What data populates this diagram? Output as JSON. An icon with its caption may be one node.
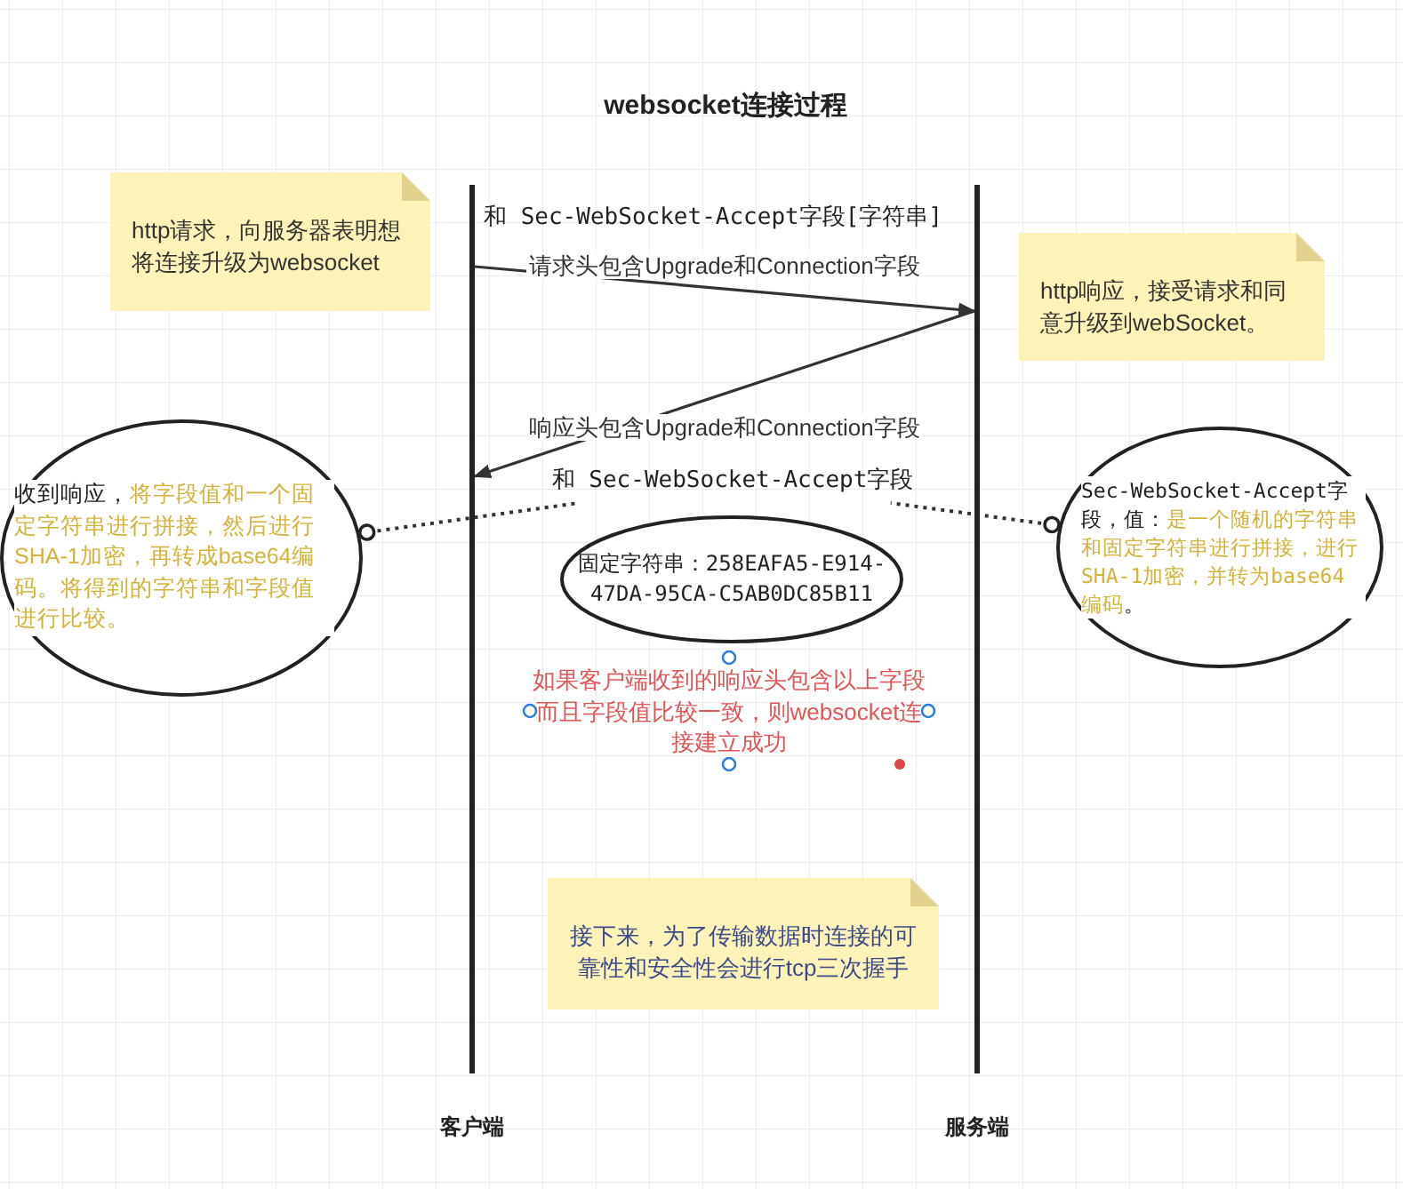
{
  "diagram": {
    "title": "websocket连接过程",
    "nodes": [
      {
        "text": [],
        "shape": "bar",
        "beside": [
          "客户端"
        ]
      },
      {
        "text": [],
        "shape": "bar",
        "beside": [
          "服务端"
        ]
      },
      {
        "text": [
          "http请求，向服务器表明想将连接升级为websocket"
        ]
      },
      {
        "text": [
          "http响应，接受请求和同意升级到webSocket。"
        ]
      },
      {
        "text": [
          "收到响应，",
          "将字段值和一个固定字符串进行拼接，然后进行SHA-1加密，再转成base64编码。将得到的字符串和字段值进行比较。"
        ]
      },
      {
        "text": [
          "和 Sec-WebSocket-Accept字段"
        ]
      },
      {
        "text": [
          "Sec-WebSocket-Accept字段，值：",
          "是一个随机的字符串和固定字符串进行拼接，进行SHA-1加密，并转为base64编码",
          "。"
        ]
      },
      {
        "text": [
          "固定字符串：258EAFA5-E914-47DA-95CA-C5AB0DC85B11"
        ]
      },
      {
        "text": [
          "接下来，为了传输数据时连接的可靠性和安全性会进行tcp三次握手"
        ]
      }
    ],
    "edges": [
      {
        "from": 0,
        "to": 1,
        "arrow": "to",
        "label": "请求头包含Upgrade和Connection字段"
      },
      {
        "from": 1,
        "to": 0,
        "arrow": "to",
        "label": "响应头包含Upgrade和Connection字段"
      },
      {
        "from": 4,
        "to": 5,
        "arrow": "other",
        "style": "dashed"
      },
      {
        "from": 6,
        "to": 5,
        "arrow": "other",
        "style": "dashed"
      }
    ],
    "labels": [
      "和 Sec-WebSocket-Accept字段[字符串]",
      "如果客户端收到的响应头包含以上字段而且字段值比较一致，则websocket连接建立成功"
    ]
  }
}
